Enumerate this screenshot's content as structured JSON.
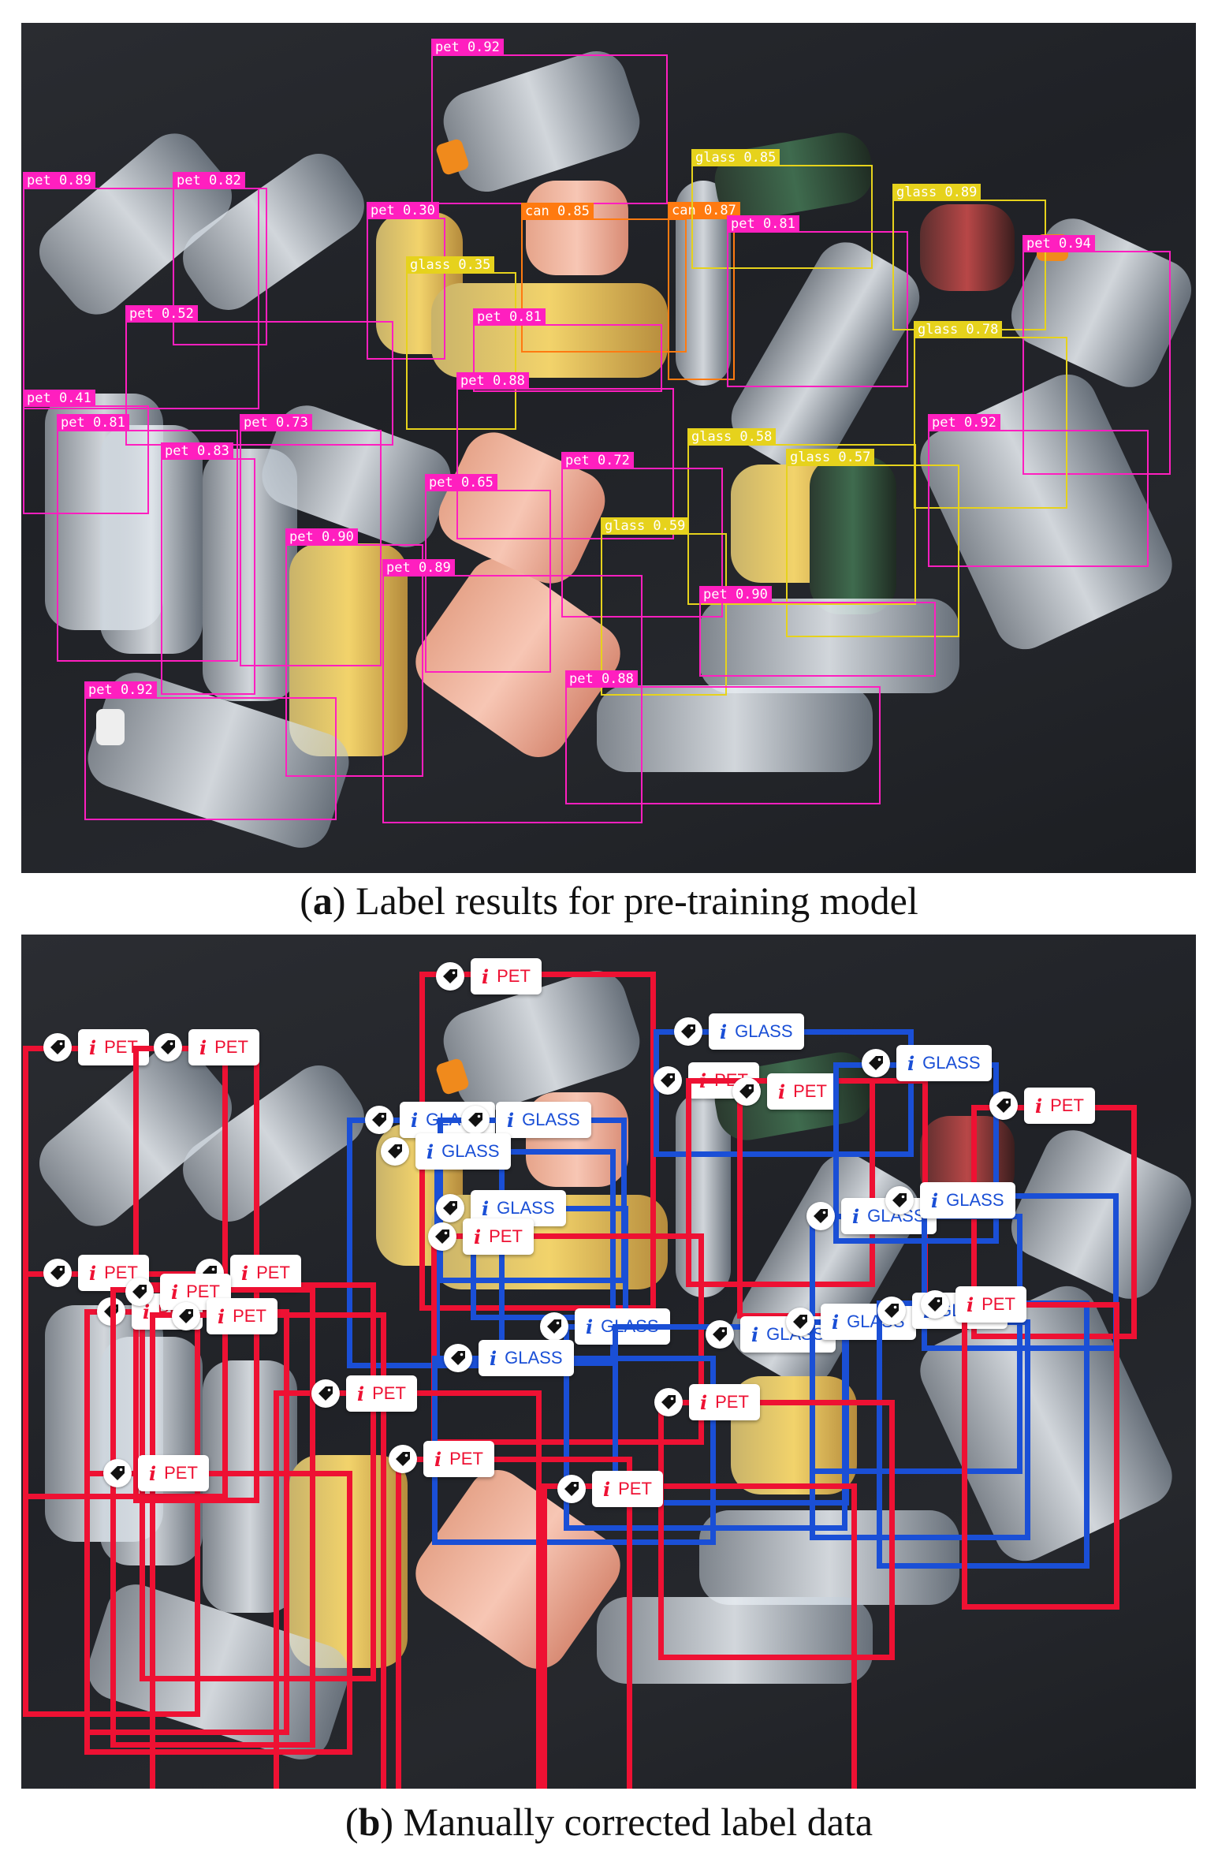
{
  "captions": {
    "a": {
      "letter": "a",
      "text": " Label results for pre-training model"
    },
    "b": {
      "letter": "b",
      "text": " Manually corrected label data"
    }
  },
  "colors": {
    "pet_a": "#ff1fbf",
    "glass_a": "#e6d21c",
    "can_a": "#ff7a10",
    "pet_b": "#ee1133",
    "glass_b": "#1a4fd6"
  },
  "icon": "tag-icon",
  "panel_a": {
    "detections": [
      {
        "label": "pet 0.92",
        "cls": "pet"
      },
      {
        "label": "pet 0.89",
        "cls": "pet"
      },
      {
        "label": "pet 0.82",
        "cls": "pet"
      },
      {
        "label": "pet 0.30",
        "cls": "pet"
      },
      {
        "label": "can 0.85",
        "cls": "can"
      },
      {
        "label": "can 0.87",
        "cls": "can"
      },
      {
        "label": "glass 0.85",
        "cls": "glass"
      },
      {
        "label": "pet 0.81",
        "cls": "pet"
      },
      {
        "label": "glass 0.89",
        "cls": "glass"
      },
      {
        "label": "pet 0.94",
        "cls": "pet"
      },
      {
        "label": "glass 0.35",
        "cls": "glass"
      },
      {
        "label": "pet 0.81",
        "cls": "pet"
      },
      {
        "label": "pet 0.52",
        "cls": "pet"
      },
      {
        "label": "glass 0.78",
        "cls": "glass"
      },
      {
        "label": "pet 0.88",
        "cls": "pet"
      },
      {
        "label": "pet 0.41",
        "cls": "pet"
      },
      {
        "label": "pet 0.81",
        "cls": "pet"
      },
      {
        "label": "pet 0.73",
        "cls": "pet"
      },
      {
        "label": "pet 0.92",
        "cls": "pet"
      },
      {
        "label": "glass 0.58",
        "cls": "glass"
      },
      {
        "label": "glass 0.57",
        "cls": "glass"
      },
      {
        "label": "pet 0.83",
        "cls": "pet"
      },
      {
        "label": "pet 0.72",
        "cls": "pet"
      },
      {
        "label": "pet 0.65",
        "cls": "pet"
      },
      {
        "label": "glass 0.59",
        "cls": "glass"
      },
      {
        "label": "pet 0.90",
        "cls": "pet"
      },
      {
        "label": "pet 0.89",
        "cls": "pet"
      },
      {
        "label": "pet 0.90",
        "cls": "pet"
      },
      {
        "label": "pet 0.88",
        "cls": "pet"
      },
      {
        "label": "pet 0.92",
        "cls": "pet"
      }
    ]
  },
  "panel_b": {
    "info_glyph": "i",
    "annotations": [
      {
        "label": "PET",
        "cls": "pet"
      },
      {
        "label": "PET",
        "cls": "pet"
      },
      {
        "label": "PET",
        "cls": "pet"
      },
      {
        "label": "GLASS",
        "cls": "glass"
      },
      {
        "label": "GLASS",
        "cls": "glass"
      },
      {
        "label": "GLASS",
        "cls": "glass"
      },
      {
        "label": "PET",
        "cls": "pet"
      },
      {
        "label": "PET",
        "cls": "pet"
      },
      {
        "label": "GLASS",
        "cls": "glass"
      },
      {
        "label": "PET",
        "cls": "pet"
      },
      {
        "label": "GLASS",
        "cls": "glass"
      },
      {
        "label": "GLASS",
        "cls": "glass"
      },
      {
        "label": "PET",
        "cls": "pet"
      },
      {
        "label": "GLASS",
        "cls": "glass"
      },
      {
        "label": "GLASS",
        "cls": "glass"
      },
      {
        "label": "PET",
        "cls": "pet"
      },
      {
        "label": "PET",
        "cls": "pet"
      },
      {
        "label": "PET",
        "cls": "pet"
      },
      {
        "label": "PET",
        "cls": "pet"
      },
      {
        "label": "PET",
        "cls": "pet"
      },
      {
        "label": "GLASS",
        "cls": "glass"
      },
      {
        "label": "GLASS",
        "cls": "glass"
      },
      {
        "label": "GLASS",
        "cls": "glass"
      },
      {
        "label": "GLASS",
        "cls": "glass"
      },
      {
        "label": "GLASS",
        "cls": "glass"
      },
      {
        "label": "PET",
        "cls": "pet"
      },
      {
        "label": "PET",
        "cls": "pet"
      },
      {
        "label": "PET",
        "cls": "pet"
      },
      {
        "label": "PET",
        "cls": "pet"
      },
      {
        "label": "PET",
        "cls": "pet"
      },
      {
        "label": "PET",
        "cls": "pet"
      }
    ]
  }
}
